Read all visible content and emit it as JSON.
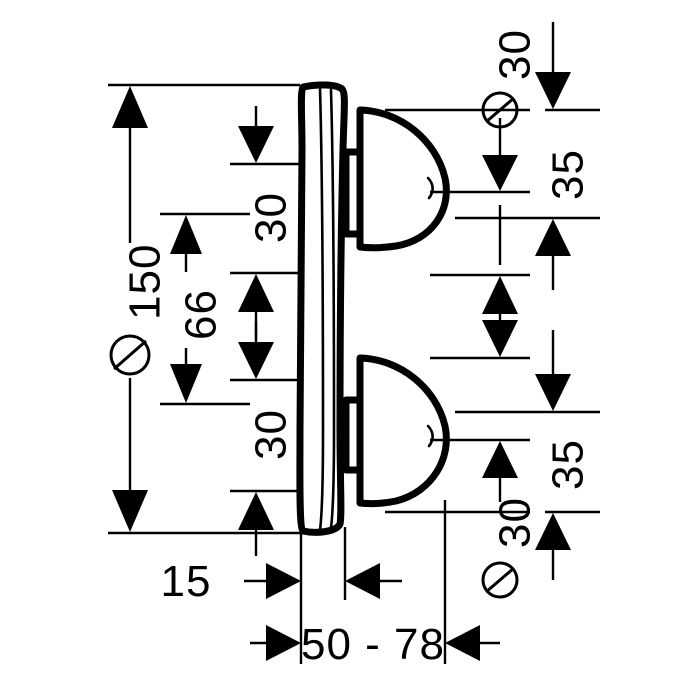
{
  "drawing": {
    "title": "Concealed thermostatic shower mixer installation dimensions",
    "type": "technical-dimension-drawing",
    "units": "mm",
    "stroke_color": "#000000",
    "background_color": "#ffffff"
  },
  "dimensions": {
    "overall_plate_diameter": {
      "label": "Ø 150",
      "value": 150,
      "symbol": "Ø",
      "number": "150",
      "orientation": "vertical",
      "side": "left"
    },
    "handle_spacing": {
      "label": "66",
      "value": 66,
      "number": "66",
      "orientation": "vertical",
      "side": "left"
    },
    "upper_offset": {
      "label": "30",
      "value": 30,
      "number": "30",
      "orientation": "vertical",
      "side": "left-inner"
    },
    "lower_offset": {
      "label": "30",
      "value": 30,
      "number": "30",
      "orientation": "vertical",
      "side": "left-inner"
    },
    "upper_bore_diameter": {
      "label": "Ø 30",
      "value": 30,
      "symbol": "Ø",
      "number": "30",
      "orientation": "vertical",
      "side": "right"
    },
    "lower_bore_diameter": {
      "label": "Ø 30",
      "value": 30,
      "symbol": "Ø",
      "number": "30",
      "orientation": "vertical",
      "side": "right"
    },
    "upper_handle_height": {
      "label": "35",
      "value": 35,
      "number": "35",
      "orientation": "vertical",
      "side": "far-right"
    },
    "lower_handle_height": {
      "label": "35",
      "value": 35,
      "number": "35",
      "orientation": "vertical",
      "side": "far-right"
    },
    "plate_thickness": {
      "label": "15",
      "value": 15,
      "number": "15",
      "orientation": "horizontal",
      "side": "bottom"
    },
    "projection_range": {
      "label": "50 - 78",
      "min": 50,
      "max": 78,
      "number": "50 - 78",
      "orientation": "horizontal",
      "side": "bottom"
    }
  },
  "parts": {
    "escutcheon_plate": "escutcheon-plate",
    "upper_handle": "upper-handle",
    "lower_handle": "lower-handle",
    "upper_spindle": "upper-spindle",
    "lower_spindle": "lower-spindle"
  }
}
